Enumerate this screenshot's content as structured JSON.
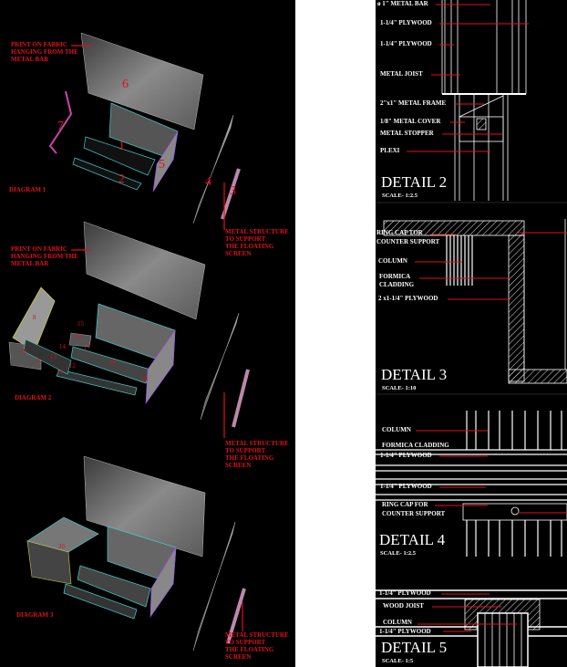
{
  "diagrams": {
    "d1": {
      "title": "DIAGRAM 1",
      "fabric_note": [
        "PRINT ON FABRIC",
        "HANGING FROM THE",
        "METAL BAR"
      ],
      "structure_note": [
        "METAL  STRUCTURE",
        "TO SUPPORT",
        "THE FLOATING",
        "SCREEN"
      ],
      "part_numbers": [
        "1",
        "2",
        "3",
        "4",
        "5",
        "6",
        "7"
      ]
    },
    "d2": {
      "title": "DIAGRAM 2",
      "fabric_note": [
        "PRINT ON FABRIC",
        "HANGING FROM THE",
        "METAL BAR"
      ],
      "structure_note": [
        "METAL  STRUCTURE",
        "TO SUPPORT",
        "THE FLOATING",
        "SCREEN"
      ],
      "part_numbers": [
        "8",
        "9",
        "10",
        "11",
        "12",
        "13",
        "14",
        "15",
        "16",
        "17",
        "18",
        "19"
      ]
    },
    "d3": {
      "title": "DIAGRAM 3",
      "structure_note": [
        "METAL  STRUCTURE",
        "TO SUPPORT",
        "THE FLOATING",
        "SCREEN"
      ],
      "part_numbers": [
        "20"
      ]
    }
  },
  "details": {
    "detail2": {
      "title": "DETAIL 2",
      "scale": "SCALE- 1:2.5",
      "labels": [
        "ø 1\" METAL BAR",
        "1-1/4\" PLYWOOD",
        "1-1/4\" PLYWOOD",
        "METAL JOIST",
        "2\"x1\" METAL FRAME",
        "1/8\" METAL COVER",
        "METAL STOPPER",
        "PLEXI"
      ]
    },
    "detail3": {
      "title": "DETAIL 3",
      "scale": "SCALE- 1:10",
      "labels": [
        "RING CAP TOR",
        "COUNTER SUPPORT",
        "COLUMN",
        "FORMICA",
        "CLADDING",
        "2 x1-1/4\" PLYWOOD"
      ]
    },
    "detail4": {
      "title": "DETAIL 4",
      "scale": "SCALE- 1:2.5",
      "labels": [
        "COLUMN",
        "FORMICA CLADDING",
        "1-1/4\" PLYWOOD",
        "1-1/4\" PLYWOOD",
        "RING CAP FOR",
        "COUNTER SUPPORT"
      ]
    },
    "detail5": {
      "title": "DETAIL 5",
      "scale": "SCALE- 1:5",
      "labels": [
        "1-1/4\" PLYWOOD",
        "WOOD JOIST",
        "COLUMN",
        "1-1/4\" PLYWOOD"
      ]
    }
  },
  "colors": {
    "annotation": "#e0121b",
    "background": "#000000",
    "linework": "#ffffff"
  }
}
